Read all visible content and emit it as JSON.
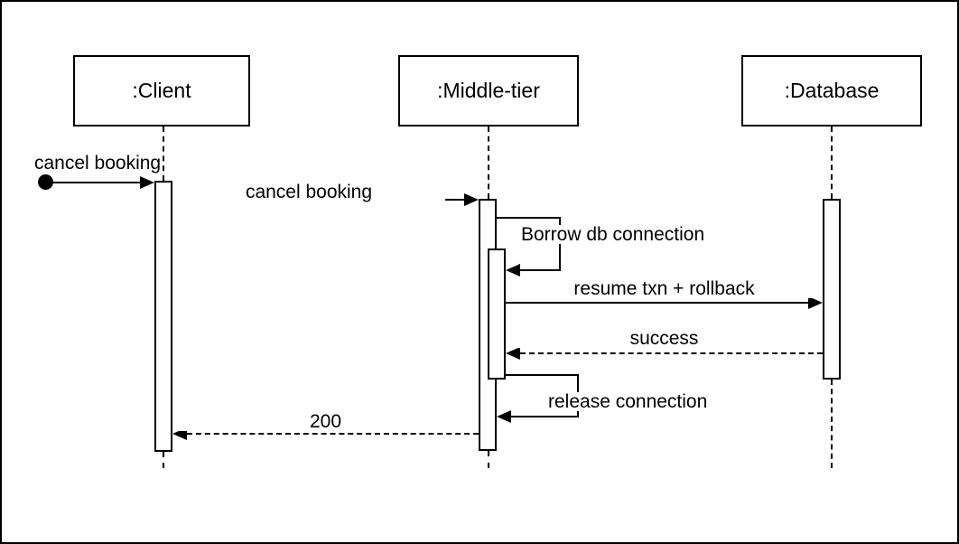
{
  "diagram": {
    "kind": "uml-sequence-diagram",
    "lifelines": [
      {
        "id": "client",
        "label": ":Client"
      },
      {
        "id": "middle-tier",
        "label": ":Middle-tier"
      },
      {
        "id": "database",
        "label": ":Database"
      }
    ],
    "messages": [
      {
        "label": "cancel booking",
        "style": "found-message",
        "arrow": "solid",
        "from": "external",
        "to": "client"
      },
      {
        "label": "cancel booking",
        "style": "synchronous",
        "arrow": "solid",
        "from": "client",
        "to": "middle-tier"
      },
      {
        "label": "Borrow db connection",
        "style": "self-call",
        "arrow": "solid",
        "from": "middle-tier",
        "to": "middle-tier"
      },
      {
        "label": "resume txn + rollback",
        "style": "synchronous",
        "arrow": "solid",
        "from": "middle-tier",
        "to": "database"
      },
      {
        "label": "success",
        "style": "return",
        "arrow": "dashed",
        "from": "database",
        "to": "middle-tier"
      },
      {
        "label": "release connection",
        "style": "self-call",
        "arrow": "solid",
        "from": "middle-tier",
        "to": "middle-tier"
      },
      {
        "label": "200",
        "style": "return",
        "arrow": "dashed",
        "from": "middle-tier",
        "to": "client"
      }
    ],
    "colors": {
      "line": "#000000",
      "background": "#ffffff",
      "text": "#000000"
    }
  }
}
